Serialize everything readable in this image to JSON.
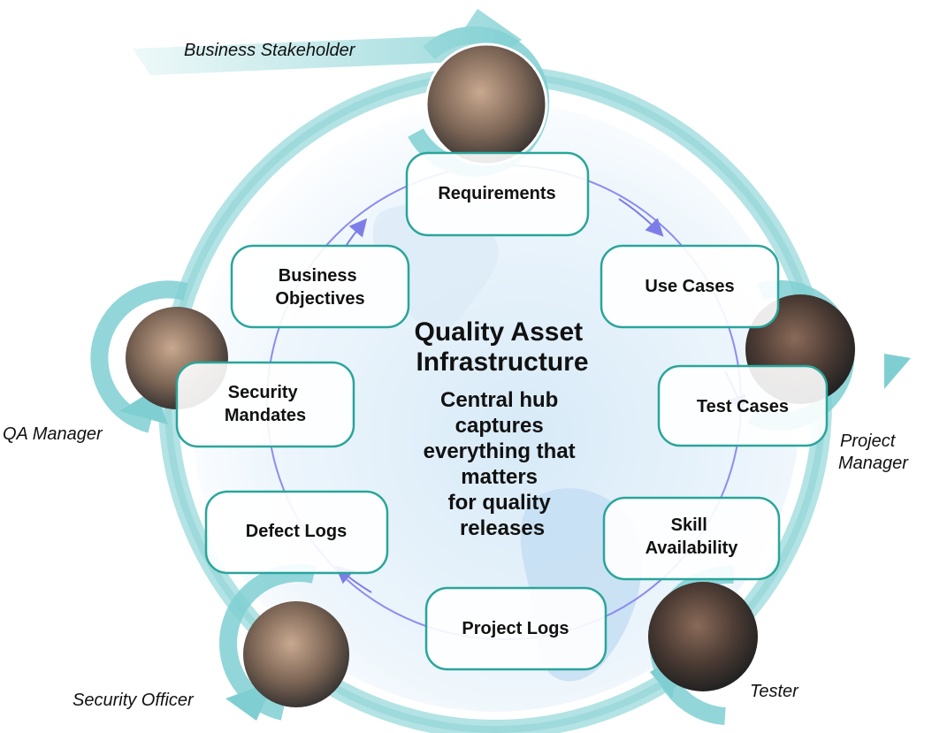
{
  "hub": {
    "title_line1": "Quality Asset",
    "title_line2": "Infrastructure",
    "sub_lines": [
      "Central hub",
      "captures",
      "everything that",
      "matters",
      "for quality",
      "releases"
    ]
  },
  "nodes": {
    "requirements": [
      "Requirements"
    ],
    "use_cases": [
      "Use Cases"
    ],
    "test_cases": [
      "Test Cases"
    ],
    "skill_availability": [
      "Skill",
      "Availability"
    ],
    "project_logs": [
      "Project Logs"
    ],
    "defect_logs": [
      "Defect Logs"
    ],
    "security_mandates": [
      "Security",
      "Mandates"
    ],
    "business_objectives": [
      "Business",
      "Objectives"
    ]
  },
  "roles": {
    "business_stakeholder": [
      "Business Stakeholder"
    ],
    "project_manager": [
      "Project",
      "Manager"
    ],
    "tester": [
      "Tester"
    ],
    "security_officer": [
      "Security Officer"
    ],
    "qa_manager": [
      "QA Manager"
    ]
  },
  "colors": {
    "ring": "#9ed9dc",
    "node_border": "#2aa59a",
    "inner_circle": "#8c8cf0",
    "arrow": "#7fcfd2"
  }
}
